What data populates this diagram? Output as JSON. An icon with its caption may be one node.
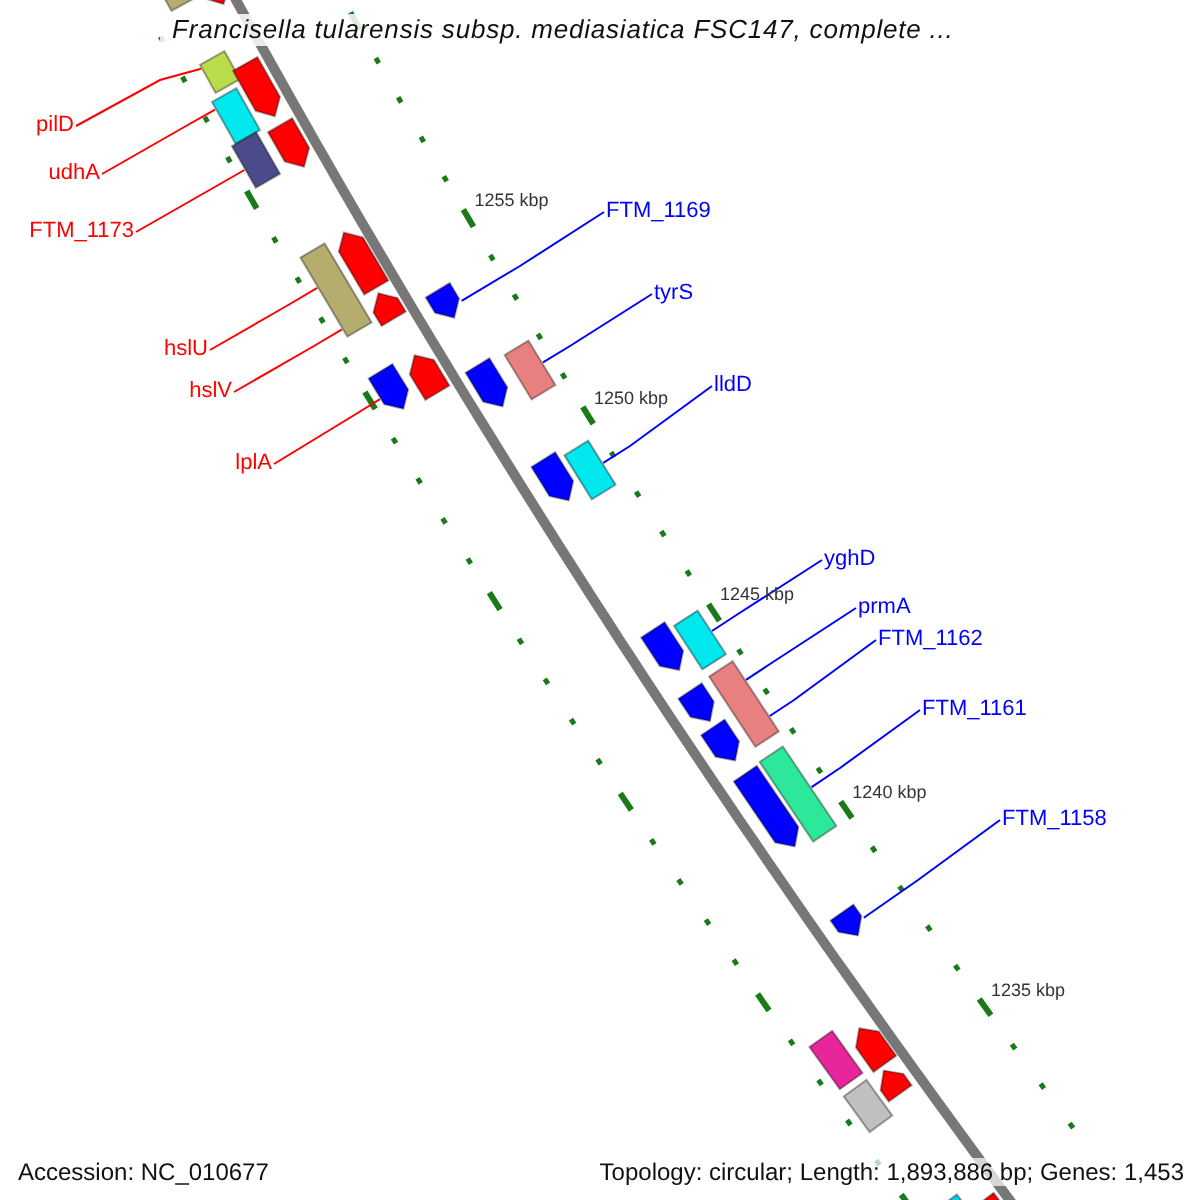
{
  "diagram": {
    "title": "Francisella tularensis subsp. mediasiatica FSC147, complete ...",
    "nodes": [
      {
        "text": [
          "pilD"
        ]
      },
      {
        "text": [
          "udhA"
        ]
      },
      {
        "text": [
          "FTM_1173"
        ]
      },
      {
        "text": [
          "hslU"
        ]
      },
      {
        "text": [
          "hslV"
        ]
      },
      {
        "text": [
          "lplA"
        ]
      },
      {
        "text": [
          "FTM_1169"
        ]
      },
      {
        "text": [
          "tyrS"
        ]
      },
      {
        "text": [
          "lldD"
        ]
      },
      {
        "text": [
          "yghD"
        ]
      },
      {
        "text": [
          "prmA"
        ]
      },
      {
        "text": [
          "FTM_1162"
        ]
      },
      {
        "text": [
          "FTM_1161"
        ]
      },
      {
        "text": [
          "FTM_1158"
        ]
      },
      {
        "text": [],
        "shape": "box"
      },
      {
        "text": [],
        "shape": "box"
      },
      {
        "text": [],
        "shape": "box"
      },
      {
        "text": [],
        "shape": "box"
      },
      {
        "text": [],
        "shape": "arrow"
      },
      {
        "text": [],
        "shape": "box"
      },
      {
        "text": [],
        "shape": "box"
      },
      {
        "text": [],
        "shape": "box"
      },
      {
        "text": [],
        "shape": "box"
      },
      {
        "text": [],
        "shape": "box"
      },
      {
        "text": [],
        "shape": "arrow"
      },
      {
        "text": [],
        "shape": "box"
      },
      {
        "text": [],
        "shape": "arrow"
      },
      {
        "text": [],
        "shape": "arrow"
      },
      {
        "text": [],
        "shape": "arrow"
      },
      {
        "text": [],
        "shape": "arrow"
      },
      {
        "text": [],
        "shape": "arrow"
      },
      {
        "text": [],
        "shape": "arrow"
      },
      {
        "text": [],
        "shape": "arrow"
      },
      {
        "text": [],
        "shape": "arrow"
      },
      {
        "text": [],
        "shape": "arrow"
      },
      {
        "text": [],
        "shape": "arrow"
      },
      {
        "text": [],
        "shape": "arrow"
      },
      {
        "text": [],
        "shape": "arrow"
      },
      {
        "text": [],
        "shape": "arrow"
      },
      {
        "text": [],
        "shape": "arrow"
      },
      {
        "text": [],
        "shape": "box"
      },
      {
        "text": [],
        "shape": "arrow"
      },
      {
        "text": [],
        "shape": "box"
      },
      {
        "text": [],
        "shape": "arrow"
      },
      {
        "text": [],
        "shape": "box"
      }
    ],
    "edges": [
      {
        "from": 0,
        "to": 14,
        "arrow": "none",
        "color": "#ff0000"
      },
      {
        "from": 1,
        "to": 15,
        "arrow": "none",
        "color": "#ff0000"
      },
      {
        "from": 2,
        "to": 16,
        "arrow": "none",
        "color": "#ff0000"
      },
      {
        "from": 3,
        "to": 17,
        "arrow": "none",
        "color": "#ff0000"
      },
      {
        "from": 4,
        "to": 17,
        "arrow": "none",
        "color": "#ff0000"
      },
      {
        "from": 5,
        "to": 18,
        "arrow": "none",
        "color": "#ff0000"
      },
      {
        "from": 6,
        "to": 29,
        "arrow": "none"
      },
      {
        "from": 7,
        "to": 19,
        "arrow": "none"
      },
      {
        "from": 8,
        "to": 20,
        "arrow": "none"
      },
      {
        "from": 9,
        "to": 21,
        "arrow": "none"
      },
      {
        "from": 10,
        "to": 22,
        "arrow": "none"
      },
      {
        "from": 11,
        "to": 22,
        "arrow": "none"
      },
      {
        "from": 12,
        "to": 23,
        "arrow": "none"
      },
      {
        "from": 13,
        "to": 38,
        "arrow": "none"
      }
    ],
    "labels": [
      "1255 kbp",
      "1250 kbp",
      "1245 kbp",
      "1240 kbp",
      "1235 kbp",
      "Accession: NC_010677",
      "Topology: circular; Length: 1,893,886 bp; Genes: 1,453"
    ]
  }
}
